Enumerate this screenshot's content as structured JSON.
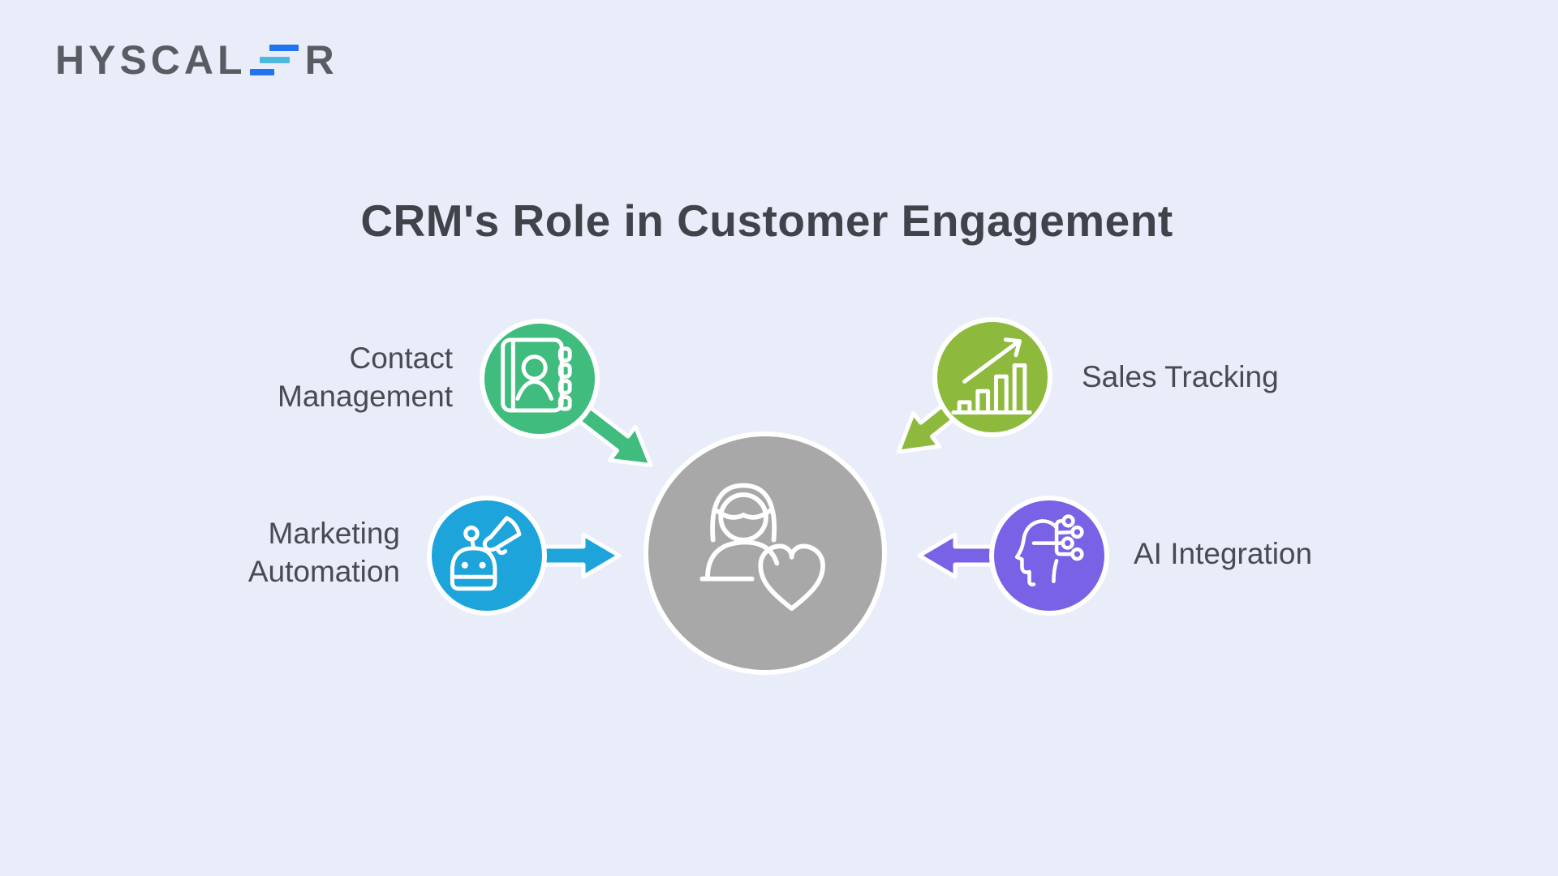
{
  "background_color": "#e9edf9",
  "logo": {
    "brand": "HYSCALER",
    "text_left": "HYSCAL",
    "text_right": "R",
    "colors": {
      "text": "#585c63",
      "bar_blue": "#2273f0",
      "bar_cyan": "#4cb9dc"
    }
  },
  "title": {
    "text": "CRM's Role in Customer Engagement",
    "color": "#3f434a"
  },
  "diagram": {
    "center": {
      "id": "customer-engagement-hub",
      "icon": "customer-heart-icon",
      "color": "#a8a8a8"
    },
    "nodes": [
      {
        "id": "contact-management",
        "label": "Contact Management",
        "lines": [
          "Contact",
          "Management"
        ],
        "icon": "address-book-icon",
        "color": "#3fbc7e",
        "position": "top-left",
        "arrow_direction": "down-right-to-center"
      },
      {
        "id": "sales-tracking",
        "label": "Sales Tracking",
        "lines": [
          "Sales Tracking"
        ],
        "icon": "growth-chart-icon",
        "color": "#8dba3d",
        "position": "top-right",
        "arrow_direction": "down-left-to-center"
      },
      {
        "id": "marketing-automation",
        "label": "Marketing Automation",
        "lines": [
          "Marketing",
          "Automation"
        ],
        "icon": "robot-megaphone-icon",
        "color": "#1ca4db",
        "position": "left",
        "arrow_direction": "right-to-center"
      },
      {
        "id": "ai-integration",
        "label": "AI Integration",
        "lines": [
          "AI Integration"
        ],
        "icon": "ai-head-icon",
        "color": "#7a62e6",
        "position": "right",
        "arrow_direction": "left-to-center"
      }
    ]
  }
}
